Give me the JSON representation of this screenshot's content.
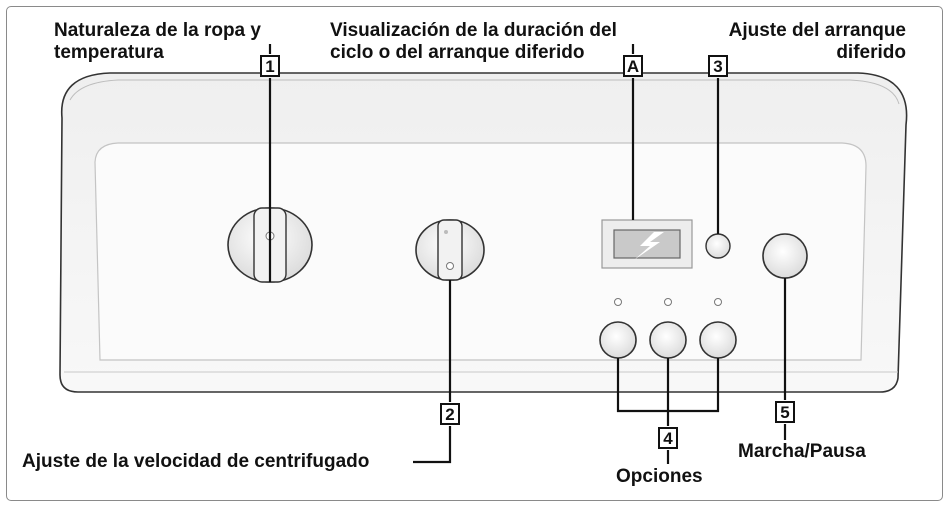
{
  "labels": {
    "nature_temperature_line1": "Naturaleza de la ropa y",
    "nature_temperature_line2": "temperatura",
    "display_line1": "Visualización de la duración del",
    "display_line2": "ciclo o del arranque diferido",
    "delay_start_line1": "Ajuste del arranque",
    "delay_start_line2": "diferido",
    "spin_speed": "Ajuste de la velocidad de centrifugado",
    "options": "Opciones",
    "start_pause": "Marcha/Pausa"
  },
  "tags": {
    "nature_temperature": "1",
    "display": "A",
    "delay_start": "3",
    "spin_speed": "2",
    "options": "4",
    "start_pause": "5"
  },
  "colors": {
    "outline": "#333333",
    "panel_fill": "#f4f4f4",
    "panel_inner": "#fbfbfb",
    "display_glyph": "#ffffff"
  }
}
